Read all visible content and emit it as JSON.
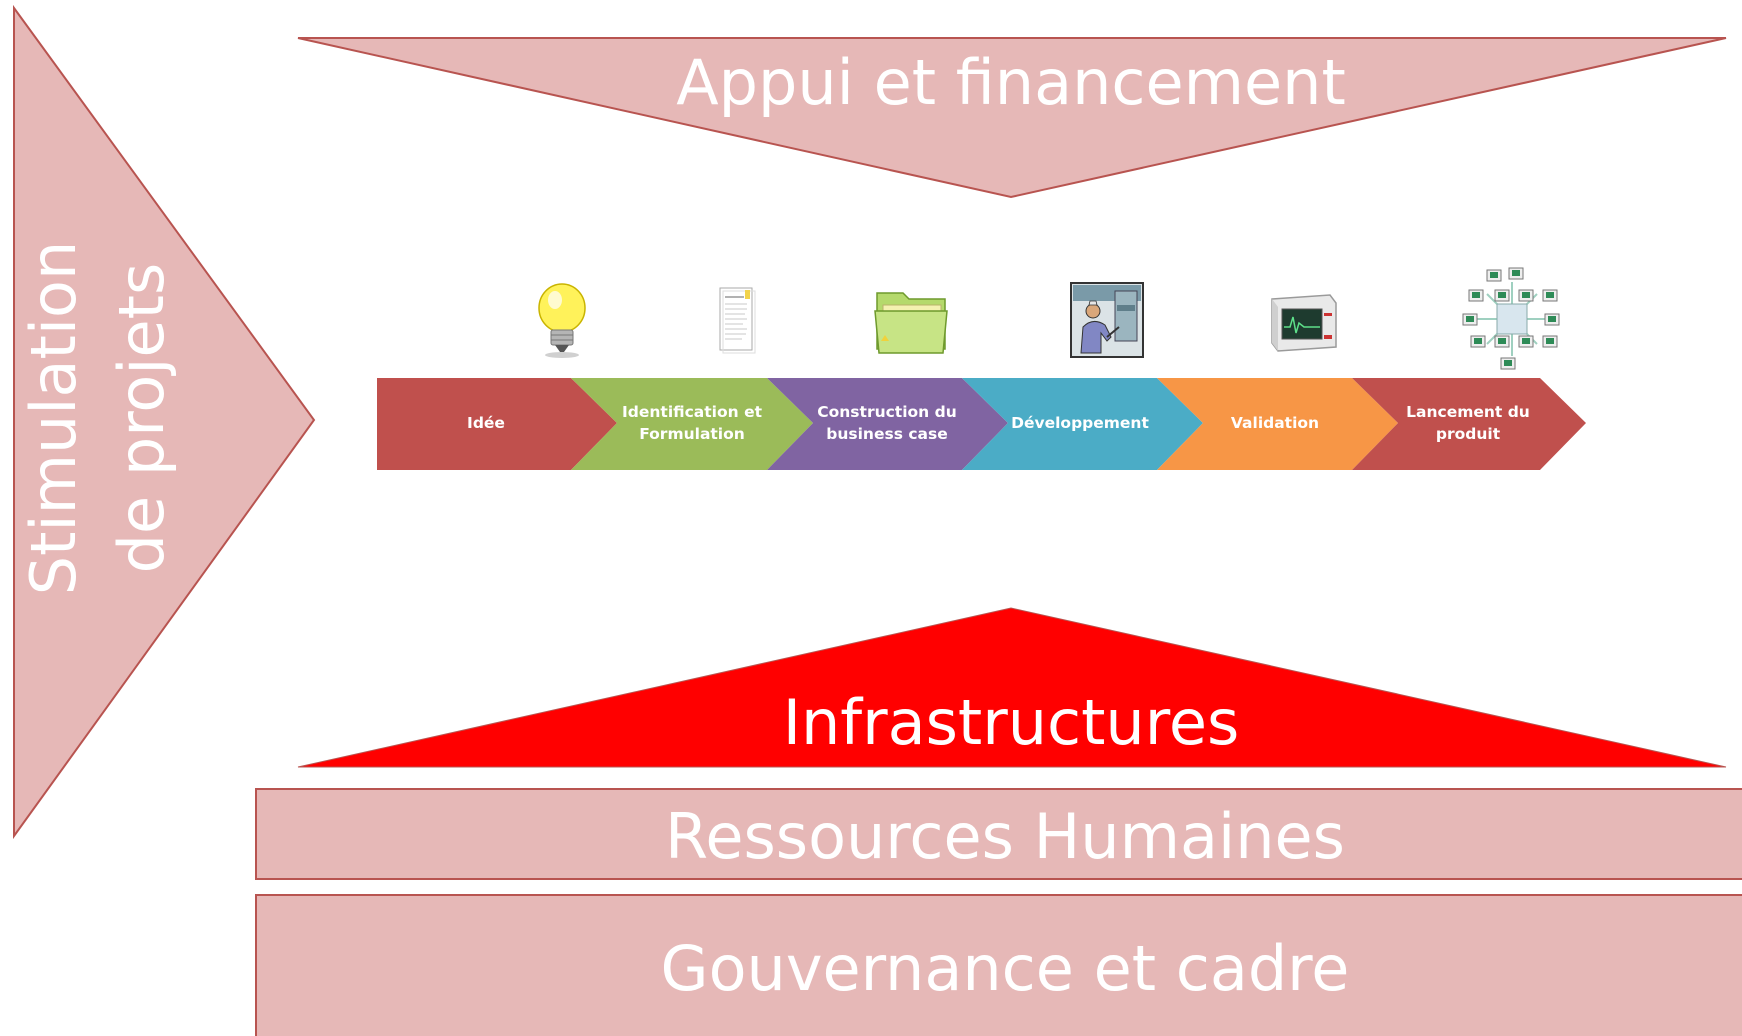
{
  "diagram": {
    "top_arrow_label": "Appui et financement",
    "left_arrow_label": [
      "Stimulation",
      "de projets"
    ],
    "infrastructure_label": "Infrastructures",
    "human_resources_label": "Ressources Humaines",
    "governance_label": "Gouvernance et cadre"
  },
  "process_steps": [
    {
      "lines": [
        "Idée"
      ],
      "icon": "lightbulb-icon",
      "color": "#c0504d"
    },
    {
      "lines": [
        "Identification et",
        "Formulation"
      ],
      "icon": "document-icon",
      "color": "#9bbb59"
    },
    {
      "lines": [
        "Construction du",
        "business case"
      ],
      "icon": "folder-icon",
      "color": "#8064a2"
    },
    {
      "lines": [
        "Développement"
      ],
      "icon": "engineer-icon",
      "color": "#4bacc6"
    },
    {
      "lines": [
        "Validation"
      ],
      "icon": "monitor-icon",
      "color": "#f79646"
    },
    {
      "lines": [
        "Lancement du",
        "produit"
      ],
      "icon": "network-icon",
      "color": "#c0504d"
    }
  ],
  "colors": {
    "pink_fill": "#e6b8b7",
    "pink_border": "#b85450",
    "infrastructure_fill": "#ff0000",
    "text": "#ffffff"
  }
}
